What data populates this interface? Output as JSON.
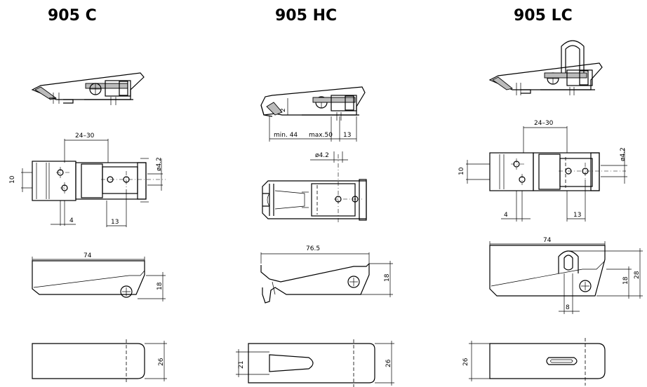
{
  "titles": [
    "905 C",
    "905 HC",
    "905 LC"
  ],
  "c": {
    "d_24_30": "24–30",
    "d_10": "10",
    "d_4": "4",
    "d_13": "13",
    "d_phi": "ø4.2",
    "d_74": "74",
    "d_18": "18",
    "d_26": "26"
  },
  "hc": {
    "d_2": "2",
    "d_min44": "min. 44",
    "d_max50": "max.50",
    "d_13": "13",
    "d_phi": "ø4.2",
    "d_765": "76.5",
    "d_18": "18",
    "d_21": "21",
    "d_26": "26"
  },
  "lc": {
    "d_24_30": "24–30",
    "d_10": "10",
    "d_4": "4",
    "d_13": "13",
    "d_phi": "ø4.2",
    "d_74": "74",
    "d_18": "18",
    "d_28": "28",
    "d_8": "8",
    "d_26": "26"
  }
}
